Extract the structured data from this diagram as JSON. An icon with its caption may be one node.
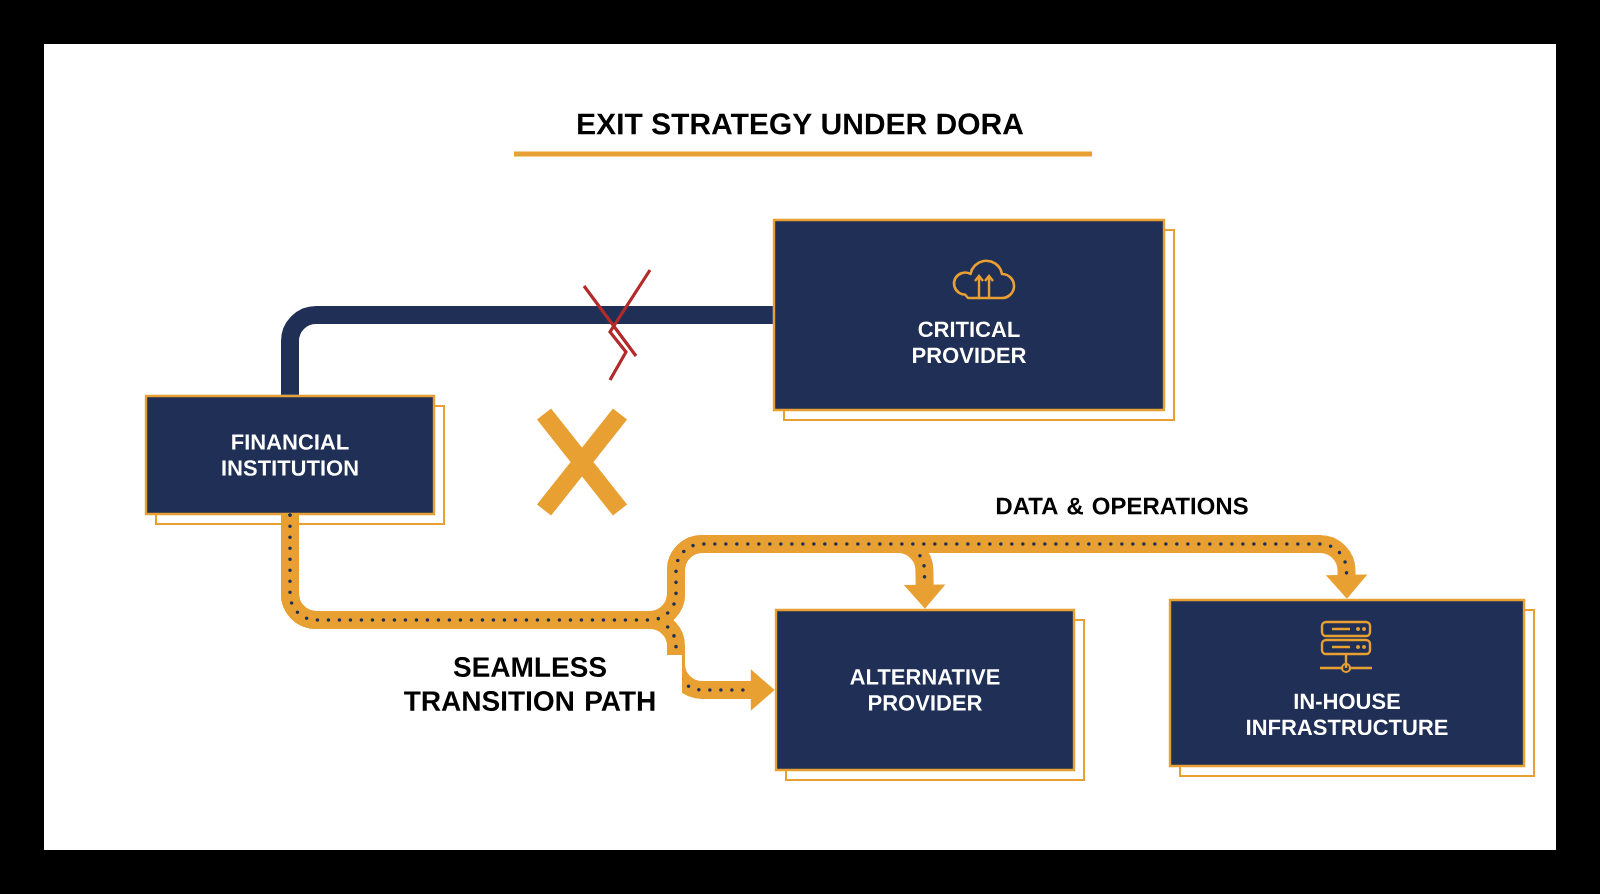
{
  "diagram": {
    "title": "EXIT STRATEGY UNDER DORA",
    "nodes": [
      {
        "text": [
          "FINANCIAL INSTITUTION"
        ]
      },
      {
        "text": [
          "CRITICAL PROVIDER"
        ]
      },
      {
        "text": [
          "ALTERNATIVE PROVIDER"
        ]
      },
      {
        "text": [
          "IN-HOUSE INFRASTRUCTURE"
        ]
      }
    ],
    "edges": [
      {
        "from": 0,
        "to": 1,
        "arrow": "none",
        "color": "#1f2f55"
      },
      {
        "from": 0,
        "to": 2,
        "arrow": "to",
        "label": "SEAMLESS TRANSITION PATH"
      },
      {
        "from": 0,
        "to": 2,
        "arrow": "to"
      },
      {
        "from": 0,
        "to": 3,
        "arrow": "to",
        "label": "DATA & OPERATIONS"
      }
    ]
  }
}
